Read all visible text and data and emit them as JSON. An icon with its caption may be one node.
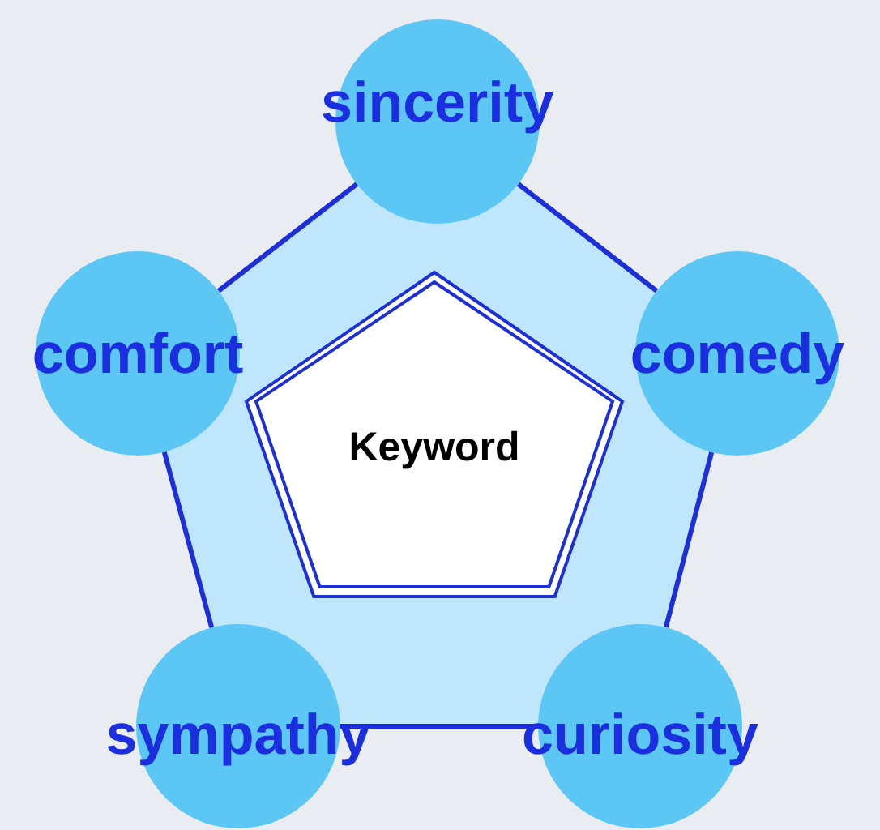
{
  "diagram": {
    "nodes": [
      {
        "text": [
          "sincerity"
        ]
      },
      {
        "text": [
          "comfort"
        ]
      },
      {
        "text": [
          "Keyword"
        ]
      },
      {
        "text": [
          "comedy"
        ]
      },
      {
        "text": [
          "sympathy"
        ]
      },
      {
        "text": [
          "curiosity"
        ]
      }
    ],
    "edges": [
      {
        "from": 0,
        "to": 3,
        "arrow": "none"
      },
      {
        "from": 3,
        "to": 5,
        "arrow": "none"
      },
      {
        "from": 5,
        "to": 4,
        "arrow": "none"
      },
      {
        "from": 4,
        "to": 1,
        "arrow": "none"
      },
      {
        "from": 1,
        "to": 0,
        "arrow": "none"
      }
    ]
  }
}
